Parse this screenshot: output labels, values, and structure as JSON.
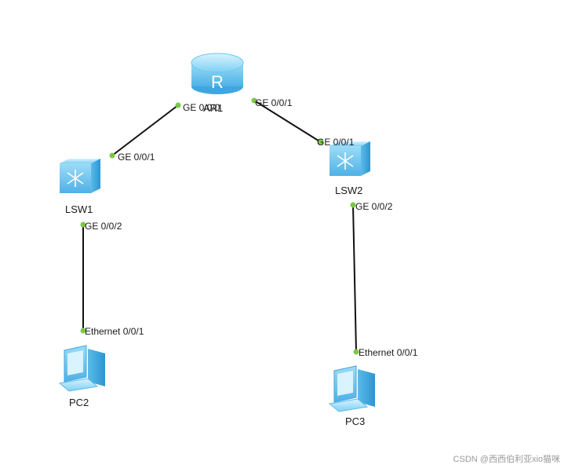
{
  "devices": {
    "router": {
      "name": "AR1",
      "glyph": "R"
    },
    "lsw1": {
      "name": "LSW1"
    },
    "lsw2": {
      "name": "LSW2"
    },
    "pc2": {
      "name": "PC2"
    },
    "pc3": {
      "name": "PC3"
    }
  },
  "ports": {
    "ar1_left": "GE 0/0/0",
    "ar1_right": "GE 0/0/1",
    "lsw1_up": "GE 0/0/1",
    "lsw1_down": "GE 0/0/2",
    "lsw2_up": "GE 0/0/1",
    "lsw2_down": "GE 0/0/2",
    "pc2_eth": "Ethernet 0/0/1",
    "pc3_eth": "Ethernet 0/0/1"
  },
  "links": [
    {
      "from": "AR1",
      "to": "LSW1"
    },
    {
      "from": "AR1",
      "to": "LSW2"
    },
    {
      "from": "LSW1",
      "to": "PC2"
    },
    {
      "from": "LSW2",
      "to": "PC3"
    }
  ],
  "colors": {
    "link": "#111111",
    "port_dot": "#7ac943",
    "device_light": "#bfe8fb",
    "device_mid": "#6cc6ef",
    "device_dark": "#2b9ad6"
  },
  "watermark": "CSDN @西西伯利亚xio猫咪"
}
